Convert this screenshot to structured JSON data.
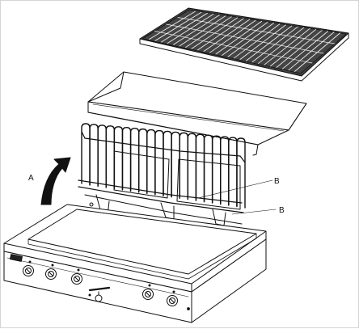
{
  "figure": {
    "callouts": {
      "arrow_label": "A",
      "label_upper": "B",
      "label_lower": "B"
    },
    "icons": {
      "rotation_arrow": "curved-arrow-icon",
      "control_knob": "knob-icon"
    },
    "colors": {
      "line": "#111111",
      "background": "#ffffff",
      "grate": "#222222"
    }
  }
}
